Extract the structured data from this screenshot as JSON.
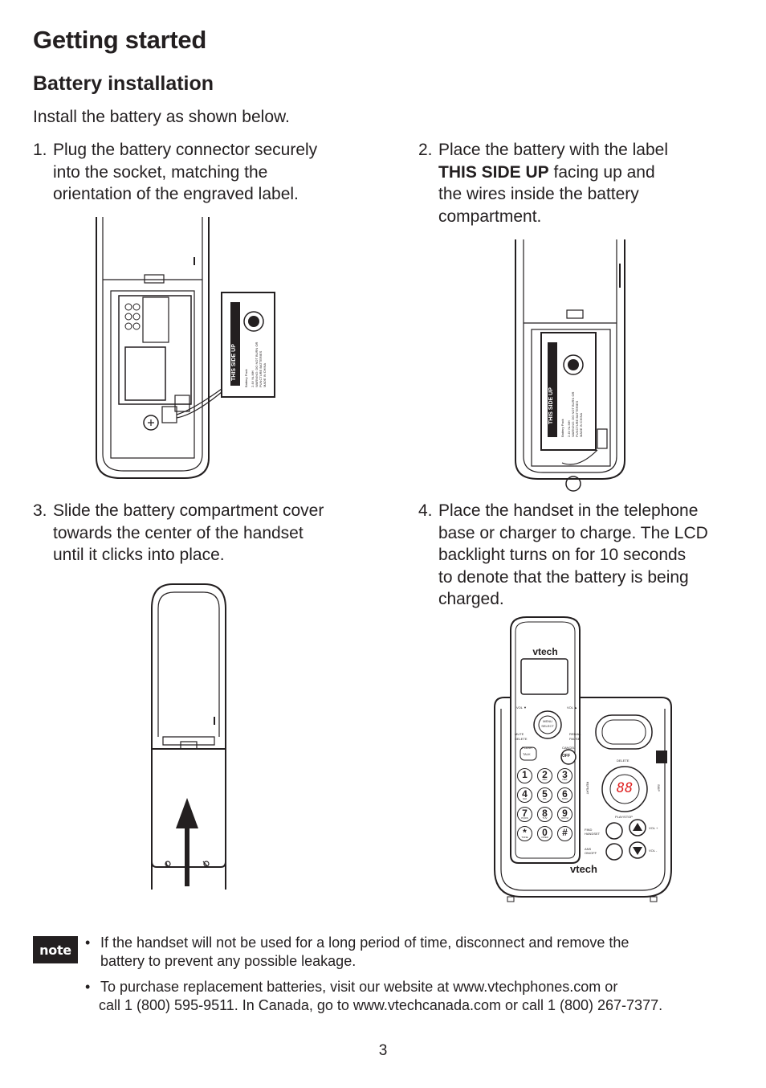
{
  "page": {
    "title": "Getting started",
    "subtitle": "Battery installation",
    "intro": "Install the battery as shown below.",
    "page_number": "3"
  },
  "steps": [
    {
      "number": "1.",
      "lines": [
        "Plug the battery connector securely",
        "into the socket, matching the",
        "orientation of the engraved label."
      ]
    },
    {
      "number": "2.",
      "line1": "Place the battery with the label",
      "bold": "THIS SIDE UP",
      "after_bold": " facing up and",
      "lines": [
        "the wires inside the battery",
        "compartment."
      ]
    },
    {
      "number": "3.",
      "lines": [
        "Slide the battery compartment cover",
        "towards the center of the handset",
        "until it clicks into place."
      ]
    },
    {
      "number": "4.",
      "lines": [
        "Place the handset in the telephone",
        "base or charger to charge. The LCD",
        "backlight turns on for 10 seconds",
        "to denote that the battery is being",
        "charged."
      ]
    }
  ],
  "battery_label": {
    "side_up": "THIS SIDE UP",
    "pack": "Battery Pack",
    "spec": "2.4V Ni-MH",
    "warning1": "WARNING: DO NOT BURN OR",
    "warning2": "PUNCTURE BATTERIES",
    "origin": "MADE IN CHINA"
  },
  "phone": {
    "brand": "vtech",
    "handset_keys": [
      "1",
      "2",
      "3",
      "4",
      "5",
      "6",
      "7",
      "8",
      "9",
      "*",
      "0",
      "#"
    ],
    "key_sub": [
      "",
      "ABC",
      "DEF",
      "GHI",
      "JKL",
      "MNO",
      "PQRS",
      "TUV",
      "WXYZ",
      "TONE",
      "OPER",
      ""
    ],
    "nav_label1": "MENU",
    "nav_label2": "SELECT",
    "vol_left": "VOL ▼",
    "vol_right": "VOL ▲",
    "mute": "MUTE",
    "delete_key": "DELETE",
    "redial": "REDIAL",
    "pause": "PAUSE",
    "flash": "FLASH",
    "talk": "TALK",
    "cancel": "CANCEL",
    "off": "OFF",
    "base_delete": "DELETE",
    "base_counter": "88",
    "repeat": "REPEAT",
    "skip": "SKIP",
    "play_stop": "PLAY/STOP",
    "find_handset": "FIND HANDSET",
    "ans_onoff": "ANS ON/OFF",
    "vol_plus": "VOL +",
    "vol_minus": "VOL -"
  },
  "notes": {
    "badge": "note",
    "items": [
      {
        "lines": [
          "If the handset will not be used for a long period of time, disconnect and remove the",
          "battery to prevent any possible leakage."
        ]
      },
      {
        "lines": [
          "To purchase replacement batteries, visit our website at www.vtechphones.com or",
          "call 1 (800) 595-9511. In Canada, go to www.vtechcanada.com or call 1 (800) 267-7377."
        ]
      }
    ]
  },
  "colors": {
    "text": "#231f20",
    "counter_red": "#e02020"
  }
}
